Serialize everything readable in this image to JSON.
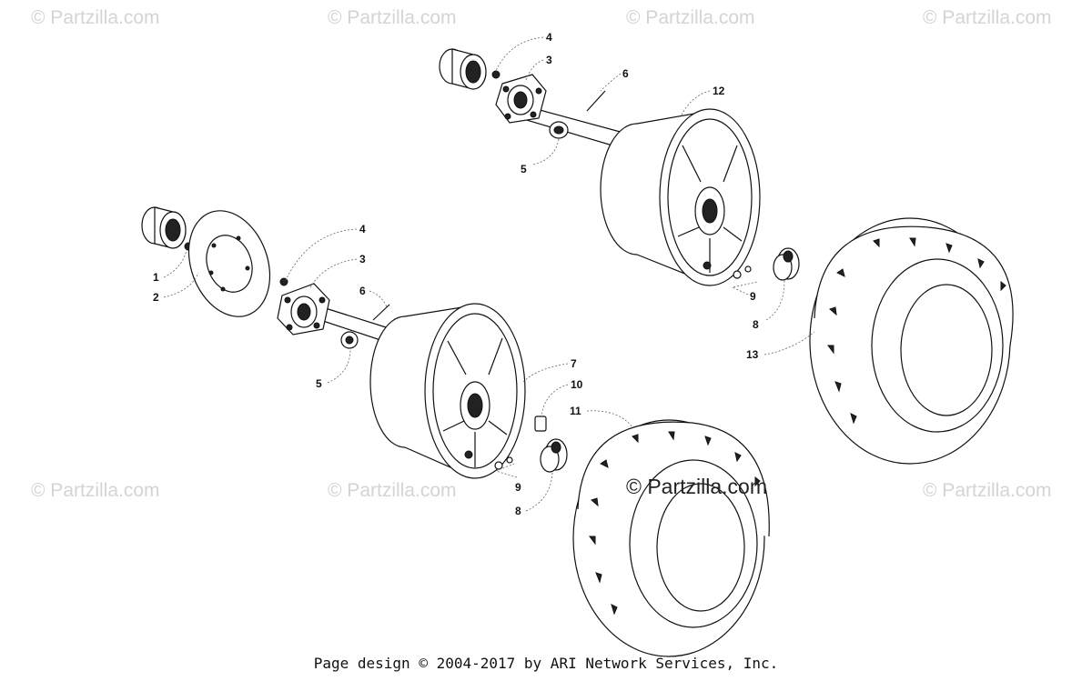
{
  "watermarks": {
    "text": "© Partzilla.com",
    "center_text": "© Partzilla.com"
  },
  "callouts": {
    "c1": "1",
    "c2": "2",
    "c3a": "3",
    "c3b": "3",
    "c4a": "4",
    "c4b": "4",
    "c5a": "5",
    "c5b": "5",
    "c6a": "6",
    "c6b": "6",
    "c7": "7",
    "c8a": "8",
    "c8b": "8",
    "c9a": "9",
    "c9b": "9",
    "c10": "10",
    "c11": "11",
    "c12": "12",
    "c13": "13"
  },
  "footer": "Page design © 2004-2017 by ARI Network Services, Inc.",
  "colors": {
    "watermark": "#d4d4d4",
    "ink": "#111111"
  }
}
